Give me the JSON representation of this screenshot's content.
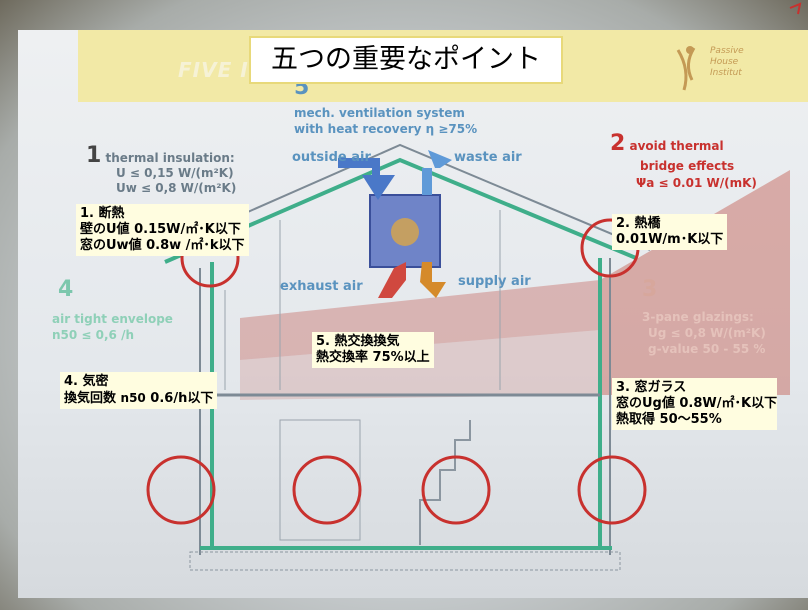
{
  "title": "五つの重要なポイント",
  "slide": {
    "banner_heading": "FIVE IMPOR",
    "logo_lines": [
      "Passive",
      "House",
      "Institut"
    ],
    "item1": {
      "number": "1",
      "label": "thermal insulation:",
      "line1": "U ≤ 0,15 W/(m²K)",
      "line2": "Uw ≤ 0,8 W/(m²K)"
    },
    "item2": {
      "number": "2",
      "label_line1": "avoid thermal",
      "label_line2": "bridge effects",
      "line1": "Ψa ≤ 0.01 W/(mK)"
    },
    "item3": {
      "number": "3",
      "label": "3-pane glazings:",
      "line1": "Ug ≤ 0,8 W/(m²K)",
      "line2": "g-value 50 - 55 %"
    },
    "item4": {
      "number": "4",
      "label": "air tight envelope",
      "line1": "n50 ≤ 0,6 /h"
    },
    "item5": {
      "number": "5",
      "label_line1": "mech. ventilation system",
      "label_line2": "with heat recovery η ≥75%"
    },
    "flows": {
      "outside_air": "outside air",
      "waste_air": "waste air",
      "exhaust_air": "exhaust air",
      "supply_air": "supply air"
    }
  },
  "notes": {
    "n1": {
      "line1": "1. 断熱",
      "line2": "壁のU値  0.15W/㎡･K以下",
      "line3": "窓のUw値  0.8w /㎡･k以下"
    },
    "n2": {
      "line1": "2. 熱橋",
      "line2": "0.01W/m･K以下"
    },
    "n3": {
      "line1": "3. 窓ガラス",
      "line2": "窓のUg値  0.8W/㎡･K以下",
      "line3": "熱取得  50～55%"
    },
    "n4": {
      "line1": "4. 気密",
      "line2_pre": "換気回数  ",
      "line2_sym": "n50",
      "line2_post": "  0.6/h以下"
    },
    "n5": {
      "line1": "5. 熱交換換気",
      "line2": "熱交換率  75%以上"
    }
  },
  "colors": {
    "envelope_green": "#3fae8a",
    "circle_red": "#c8312e",
    "arrow_blue": "#4a78c8",
    "arrow_red": "#d0483f",
    "arrow_orange": "#d58a2a",
    "solar_red": "#c8746c"
  }
}
